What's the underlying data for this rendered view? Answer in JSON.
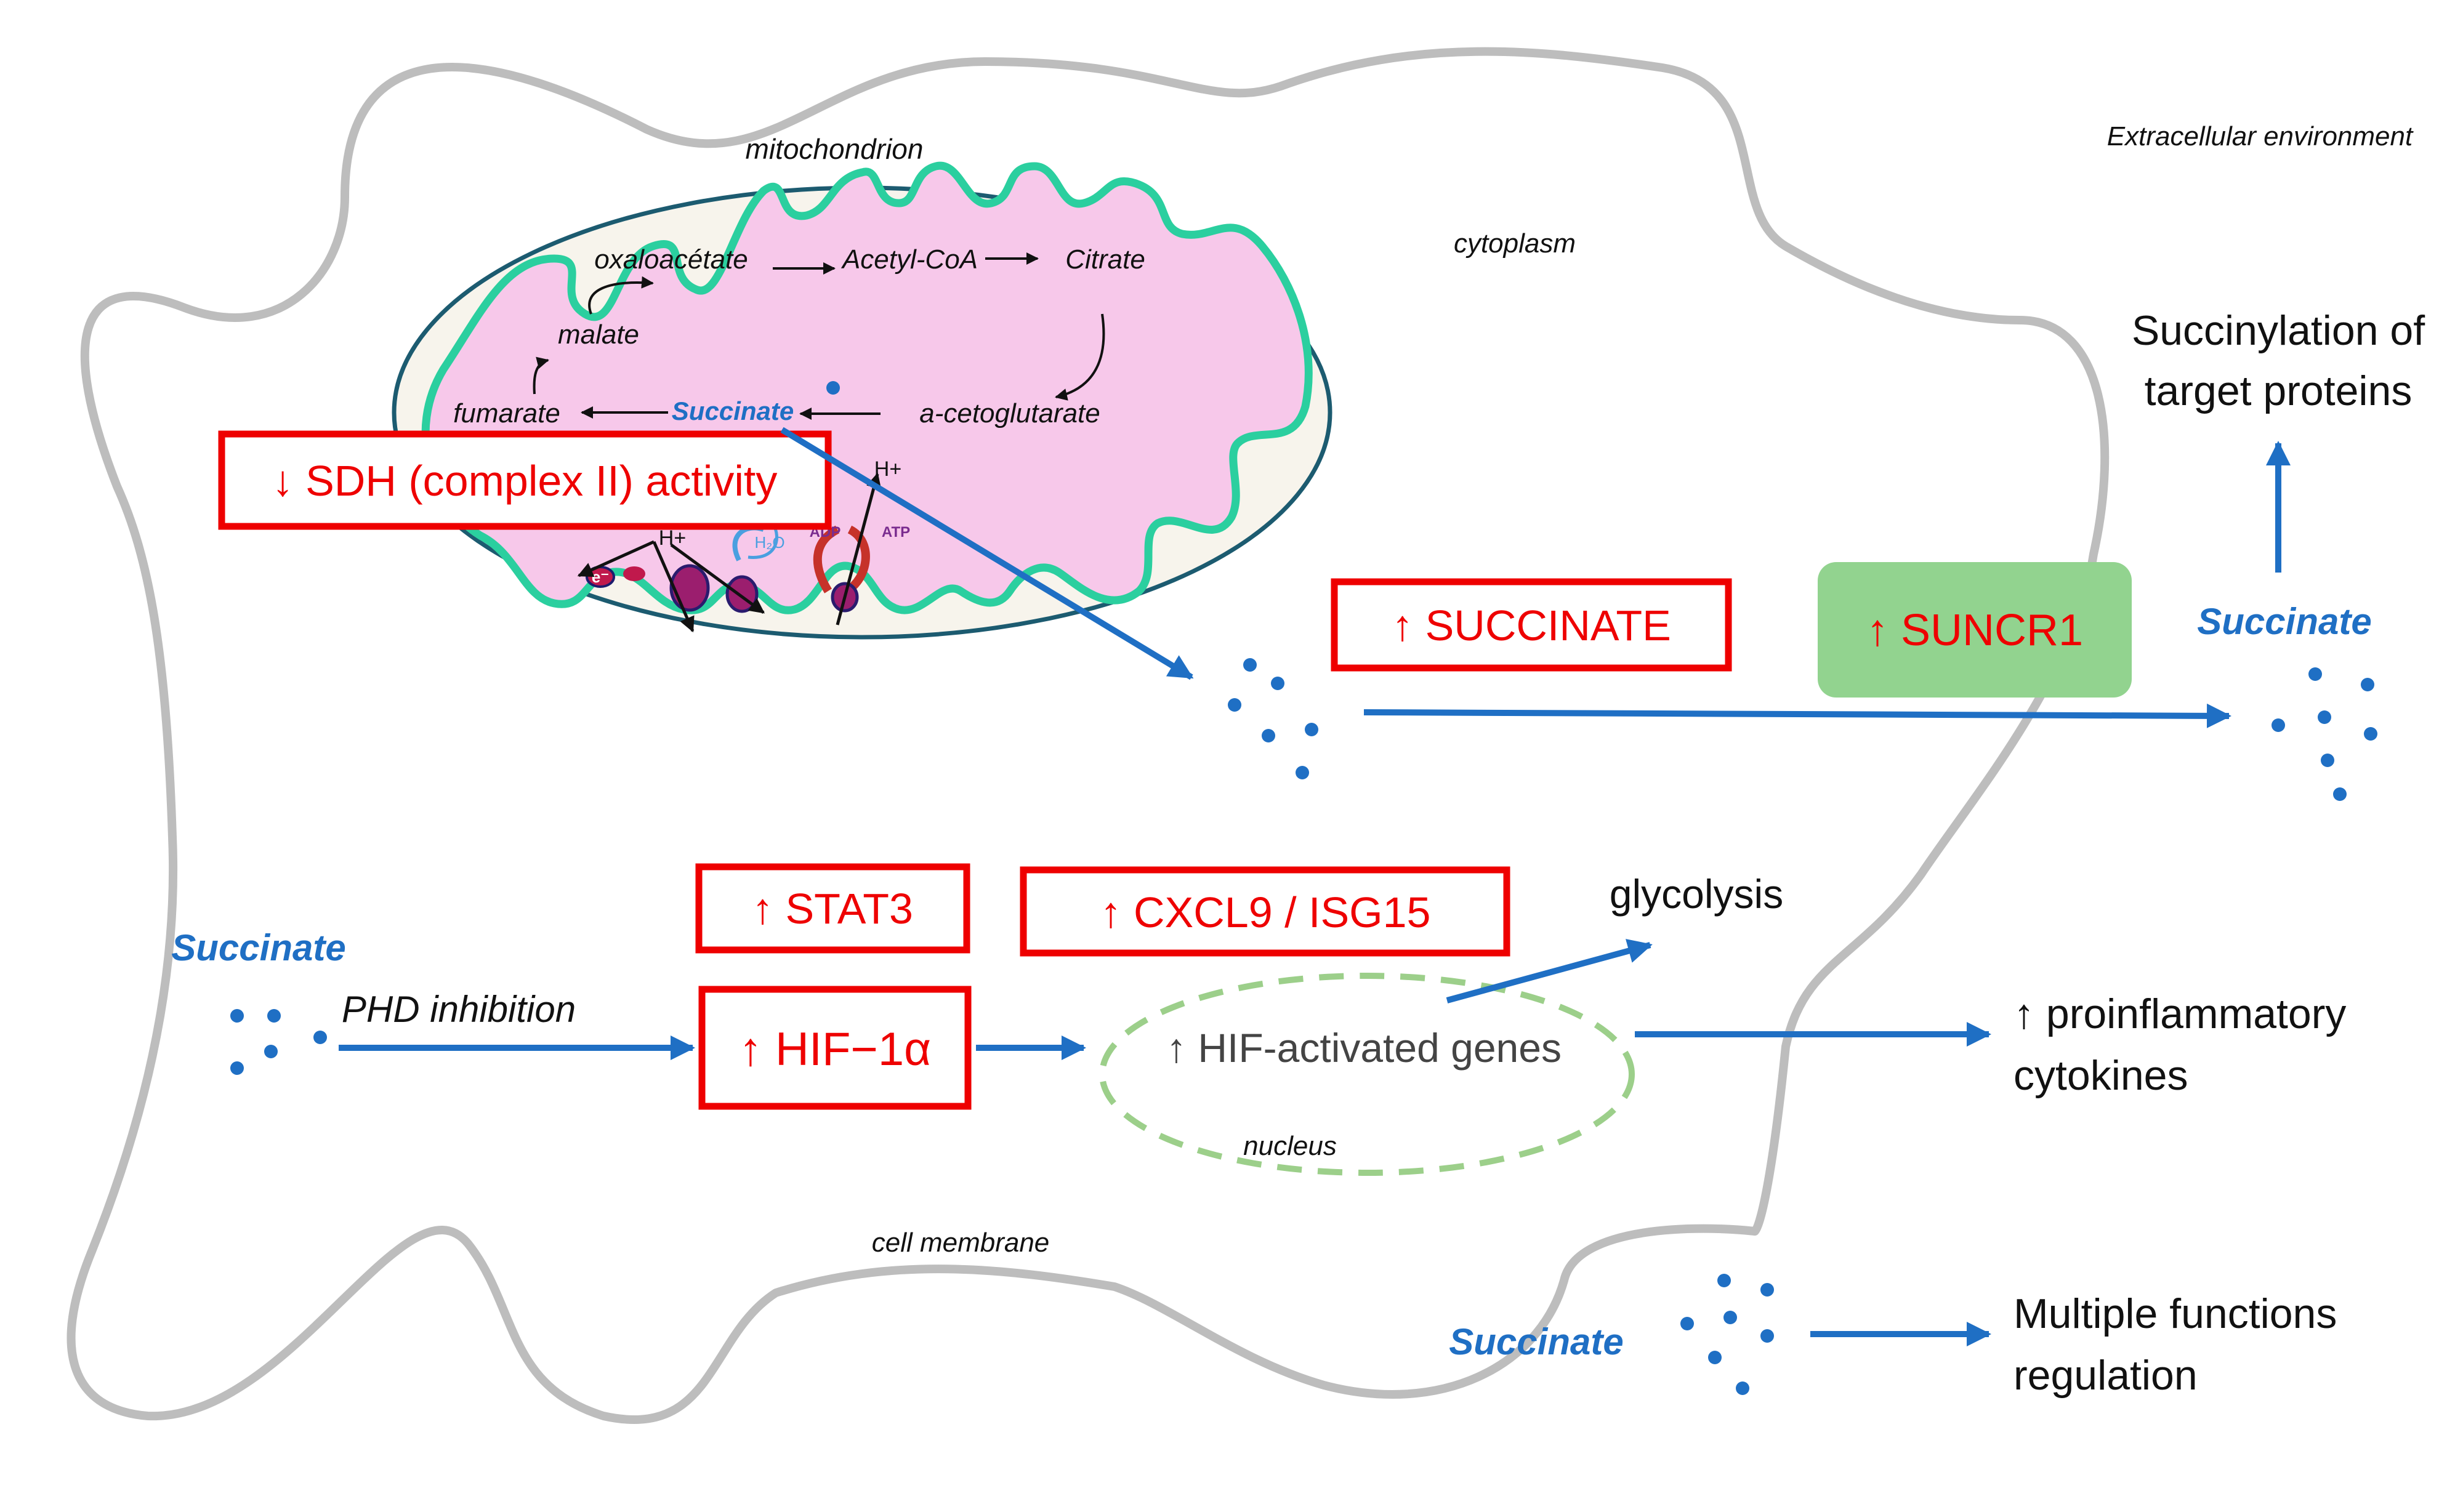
{
  "labels": {
    "extracellular": "Extracellular environment",
    "mitochondrion": "mitochondrion",
    "cytoplasm": "cytoplasm",
    "nucleus": "nucleus",
    "cell_membrane": "cell membrane"
  },
  "tca": {
    "oxaloacetate": "oxaloacétate",
    "acetyl_coa": "Acetyl-CoA",
    "citrate": "Citrate",
    "malate": "malate",
    "fumarate": "fumarate",
    "succinate": "Succinate",
    "a_ketoglutarate": "a-cetoglutarate"
  },
  "etc": {
    "h_plus": "H+",
    "h2o": "H₂O",
    "adp": "ADP",
    "atp": "ATP",
    "e_minus": "e⁻"
  },
  "boxes": {
    "sdh": "↓ SDH (complex II) activity",
    "succinate_up": "↑ SUCCINATE",
    "suncr1": "↑ SUNCR1",
    "stat3": "↑ STAT3",
    "cxcl9": "↑ CXCL9 / ISG15",
    "hif1a": "↑ HIF−1α"
  },
  "texts": {
    "succinylation_line1": "Succinylation of",
    "succinylation_line2": "target proteins",
    "succinate_extracellular": "Succinate",
    "succinate_left": "Succinate",
    "phd_inhibition": "PHD inhibition",
    "glycolysis": "glycolysis",
    "hif_genes": "↑ HIF-activated genes",
    "proinflam_line1": "↑ proinflammatory",
    "proinflam_line2": "cytokines",
    "succinate_bottom": "Succinate",
    "multiple_line1": "Multiple functions",
    "multiple_line2": "regulation"
  },
  "colors": {
    "red": "#ee0000",
    "blue": "#1f6fc4",
    "green_box": "#92d38f",
    "membrane_gray": "#bdbdbd",
    "mito_outer": "#2bcf9f",
    "mito_matrix": "#f7c8ea",
    "nucleus_dash": "#9ccf8a"
  }
}
